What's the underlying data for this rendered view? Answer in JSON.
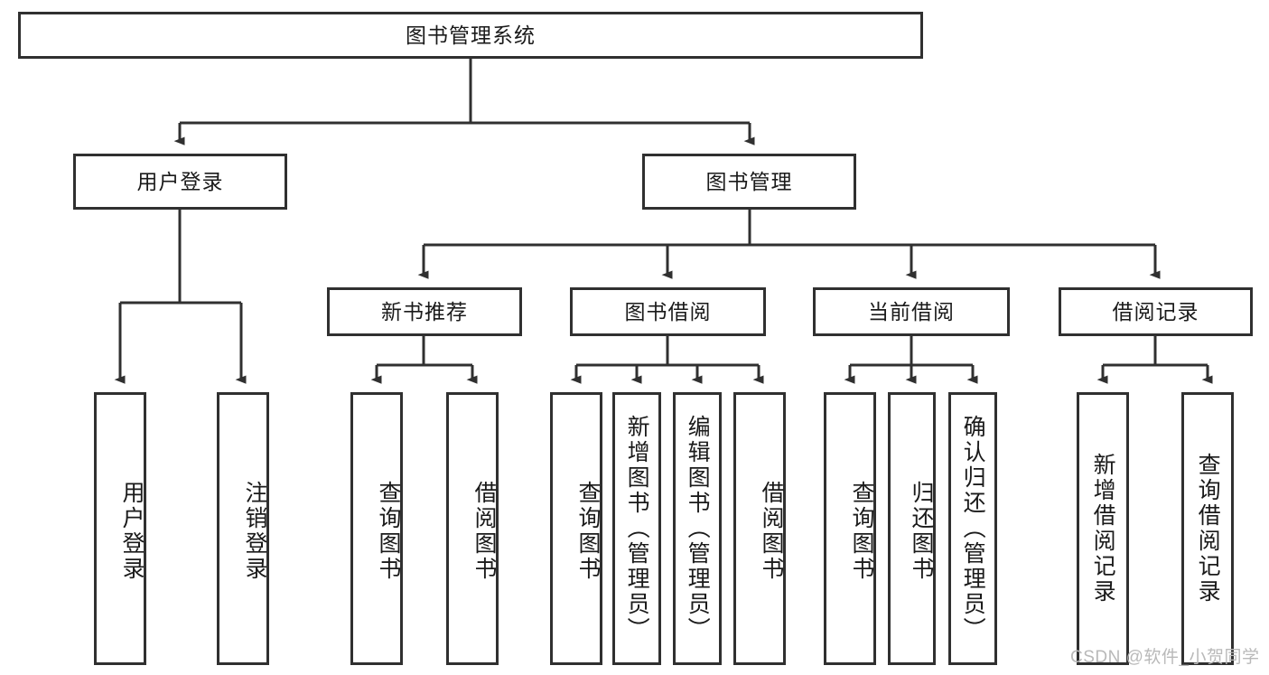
{
  "diagram": {
    "title_node": {
      "label": "图书管理系统"
    },
    "level2": [
      {
        "id": "user-login",
        "label": "用户登录"
      },
      {
        "id": "book-management",
        "label": "图书管理"
      }
    ],
    "level3": [
      {
        "id": "new-book-recommendation",
        "label": "新书推荐"
      },
      {
        "id": "book-borrowing",
        "label": "图书借阅"
      },
      {
        "id": "current-borrowing",
        "label": "当前借阅"
      },
      {
        "id": "borrowing-record",
        "label": "借阅记录"
      }
    ],
    "leaves": [
      {
        "id": "leaf-user-login",
        "label": "用户登录",
        "parent": "user-login"
      },
      {
        "id": "leaf-logout",
        "label": "注销登录",
        "parent": "user-login"
      },
      {
        "id": "leaf-query-books-1",
        "label": "查询图书",
        "parent": "new-book-recommendation"
      },
      {
        "id": "leaf-borrow-books-1",
        "label": "借阅图书",
        "parent": "new-book-recommendation"
      },
      {
        "id": "leaf-query-books-2",
        "label": "查询图书",
        "parent": "book-borrowing"
      },
      {
        "id": "leaf-add-book-admin",
        "label": "新增图书（管理员）",
        "parent": "book-borrowing"
      },
      {
        "id": "leaf-edit-book-admin",
        "label": "编辑图书（管理员）",
        "parent": "book-borrowing"
      },
      {
        "id": "leaf-borrow-books-2",
        "label": "借阅图书",
        "parent": "book-borrowing"
      },
      {
        "id": "leaf-query-books-3",
        "label": "查询图书",
        "parent": "current-borrowing"
      },
      {
        "id": "leaf-return-books",
        "label": "归还图书",
        "parent": "current-borrowing"
      },
      {
        "id": "leaf-confirm-return-admin",
        "label": "确认归还（管理员）",
        "parent": "current-borrowing"
      },
      {
        "id": "leaf-add-borrow-record",
        "label": "新增借阅记录",
        "parent": "borrowing-record"
      },
      {
        "id": "leaf-query-borrow-record",
        "label": "查询借阅记录",
        "parent": "borrowing-record"
      }
    ],
    "watermark": "CSDN @软件_小贺同学",
    "colors": {
      "stroke": "#303030",
      "background": "#ffffff",
      "text": "#1a1a1a",
      "watermark": "#b9b9b9"
    }
  }
}
